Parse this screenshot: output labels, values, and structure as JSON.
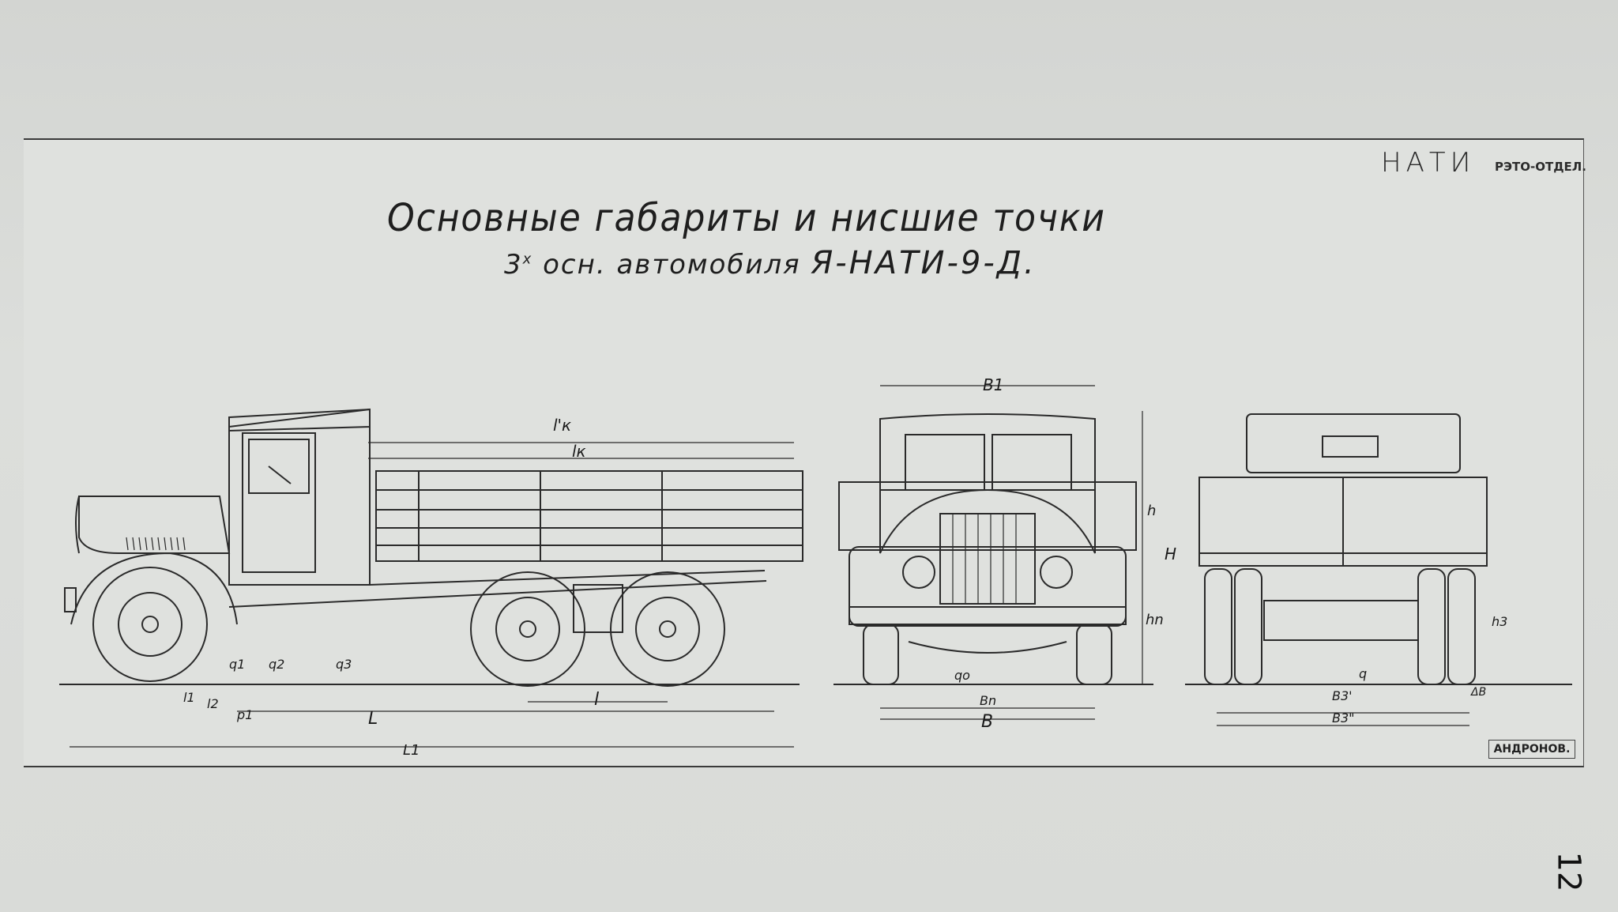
{
  "header": {
    "org": "НАТИ",
    "dept": "РЭТО-ОТДЕЛ.",
    "title_main": "Основные габариты и нисшие точки",
    "title_sub": "3 осн. автомобиля",
    "title_sup": "х",
    "title_model": "Я-НАТИ-9-Д."
  },
  "dimension_labels": {
    "lk_prime": "l'к",
    "lk": "lк",
    "q1": "q1",
    "q2": "q2",
    "q3": "q3",
    "l1": "l1",
    "l2": "l2",
    "p1": "p1",
    "L": "L",
    "l": "l",
    "L1": "L1",
    "B1": "B1",
    "h": "h",
    "H": "H",
    "hn": "hn",
    "qo": "qo",
    "Bn": "Bn",
    "B": "B",
    "q": "q",
    "B3p": "B3'",
    "B3pp": "B3\"",
    "dB": "ΔB",
    "h3": "h3"
  },
  "footer": {
    "author": "АНДРОНОВ.",
    "page_number": "12"
  }
}
